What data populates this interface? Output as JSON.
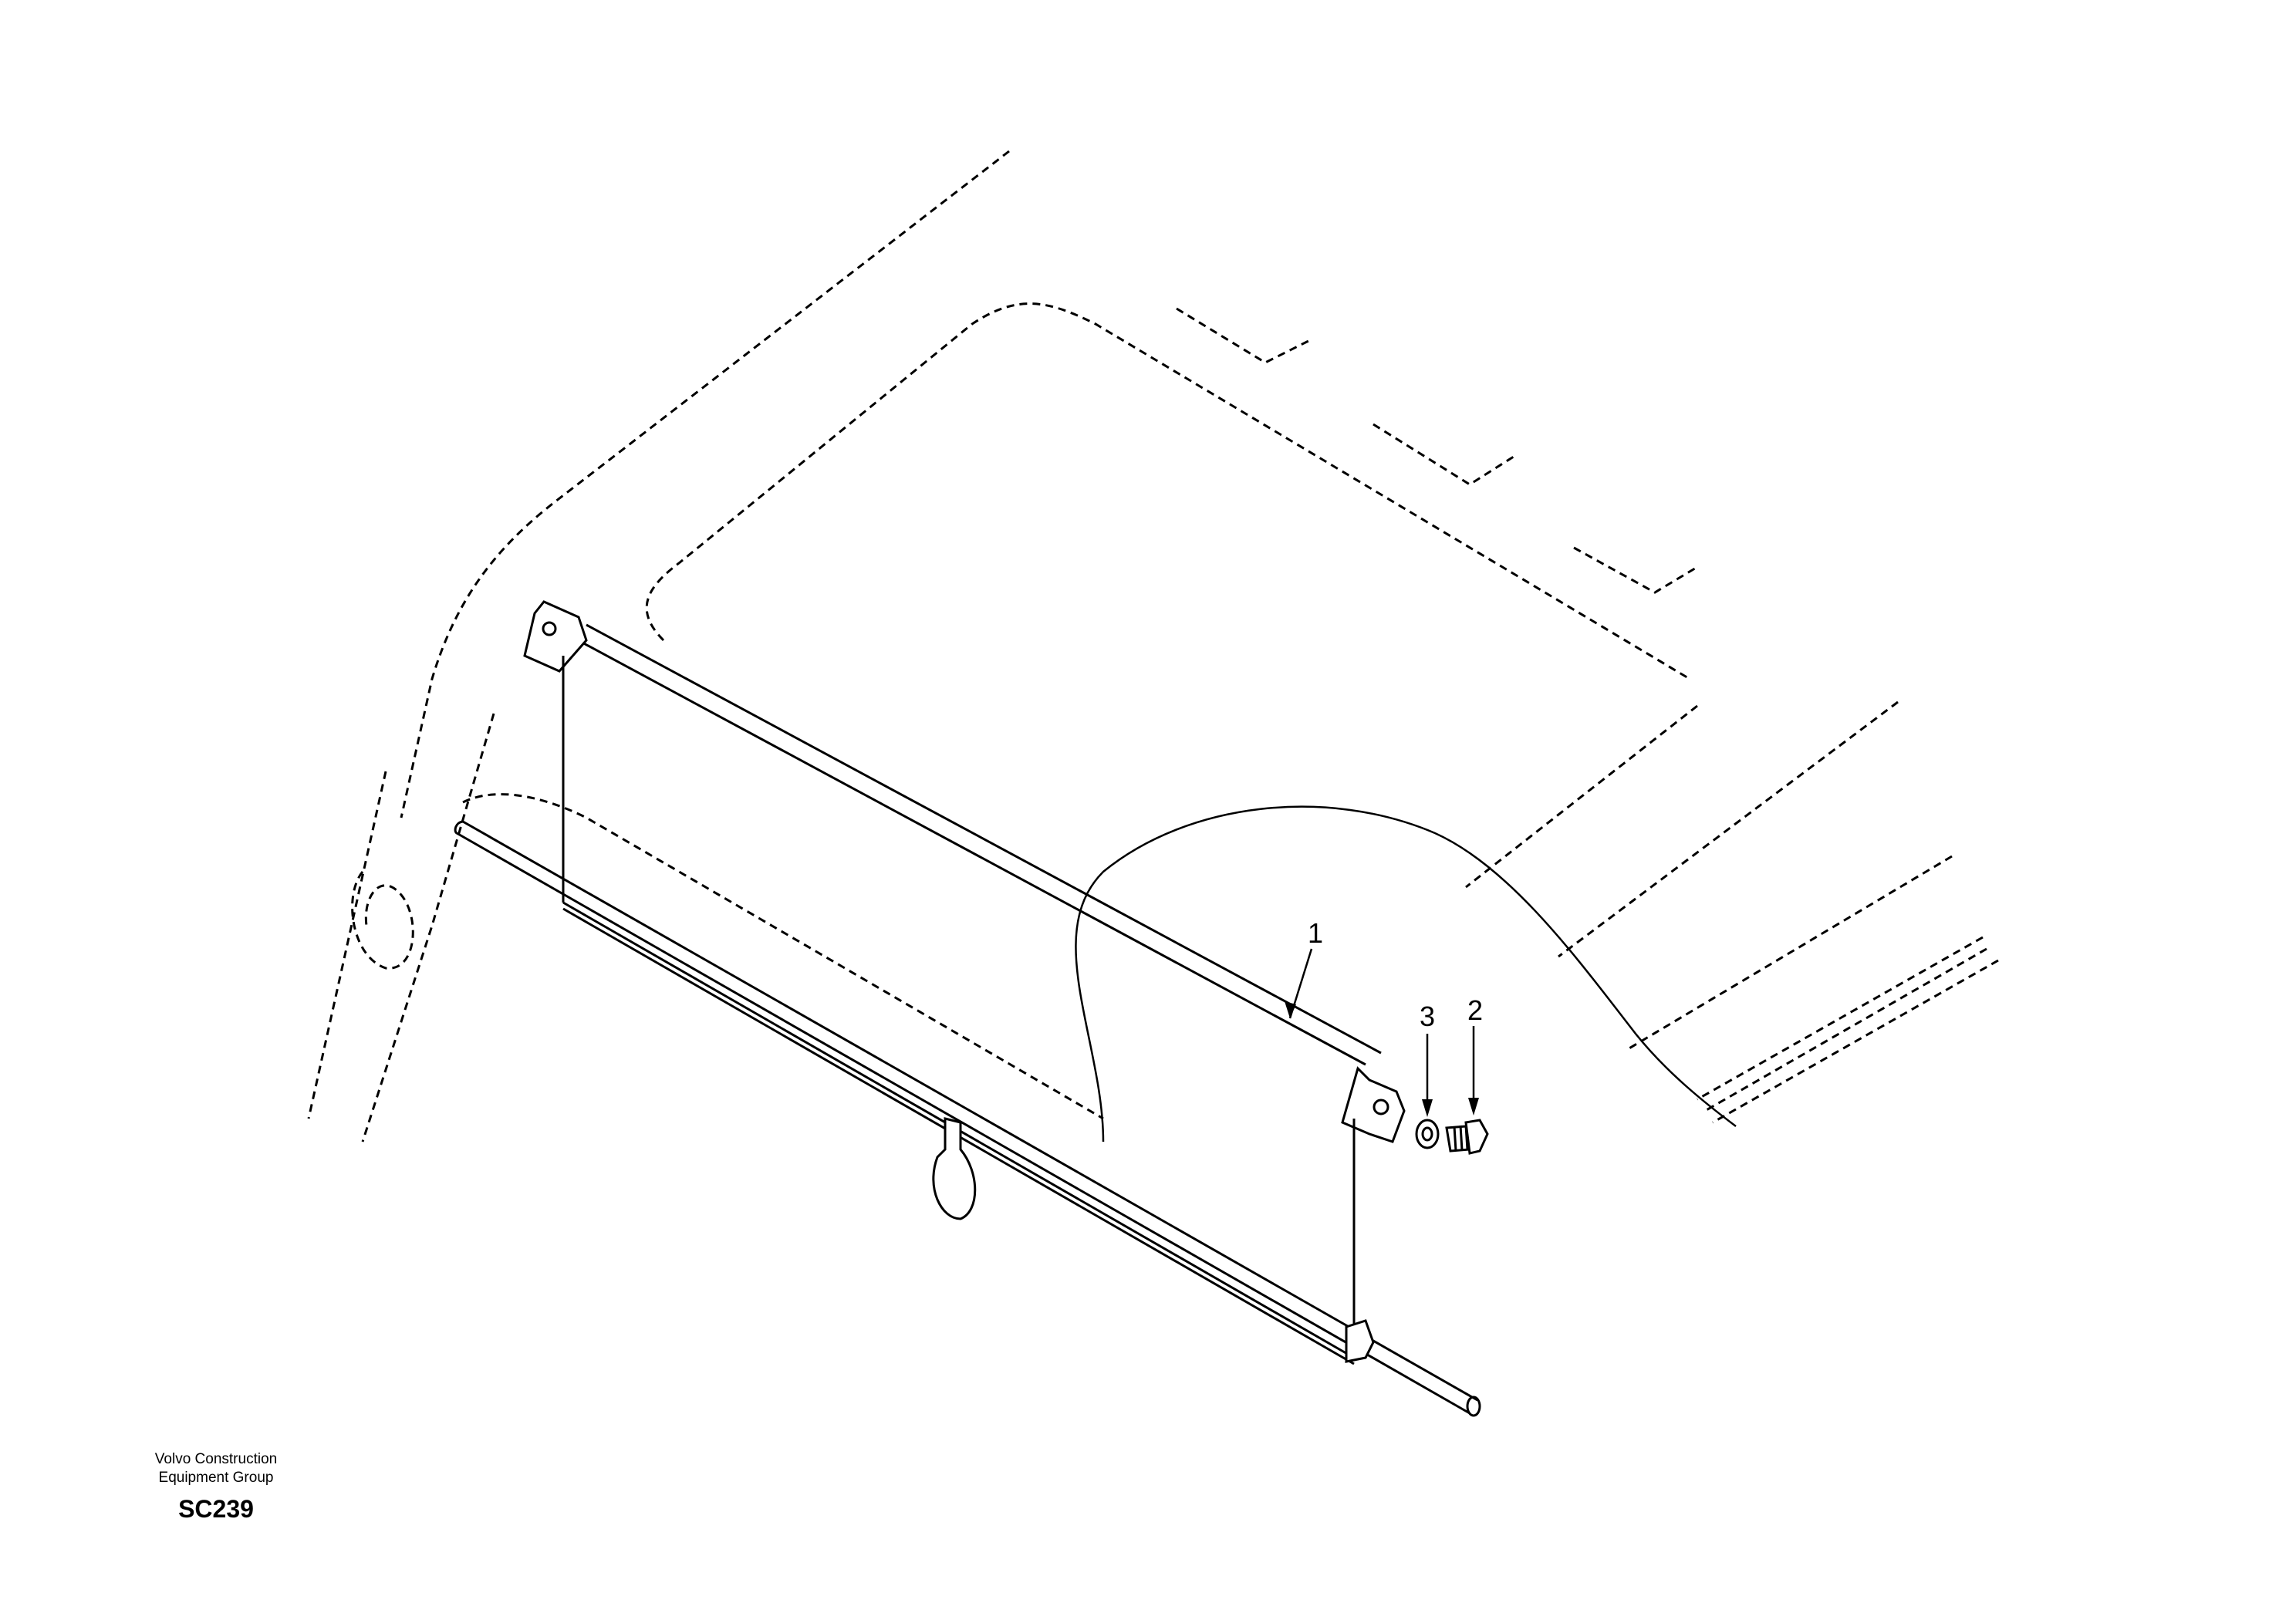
{
  "diagram": {
    "callouts": [
      {
        "id": "1",
        "label": "1"
      },
      {
        "id": "2",
        "label": "2"
      },
      {
        "id": "3",
        "label": "3"
      }
    ]
  },
  "credit": {
    "company_line_1": "Volvo Construction",
    "company_line_2": "Equipment Group",
    "code": "SC239"
  }
}
